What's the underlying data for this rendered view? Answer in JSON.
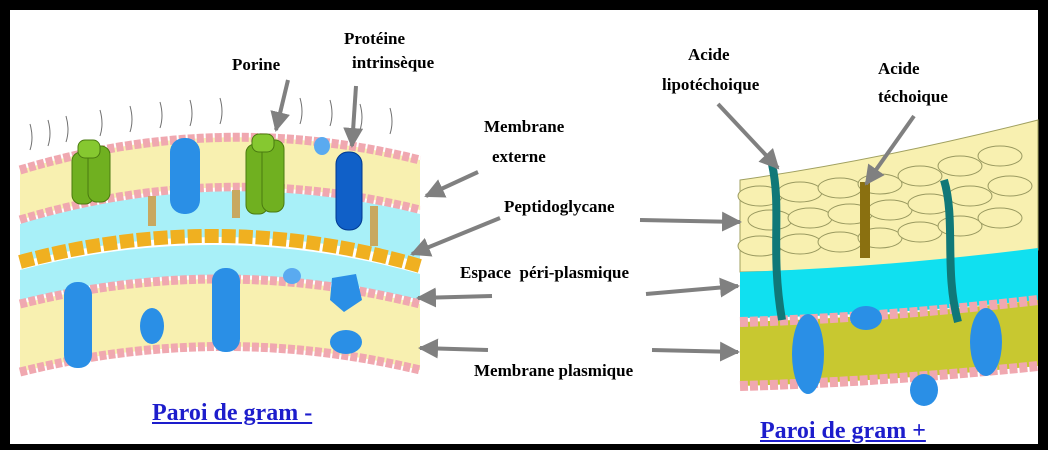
{
  "labels": {
    "porine": "Porine",
    "proteine_l1": "Protéine",
    "proteine_l2": "intrinsèque",
    "membrane_externe_l1": "Membrane",
    "membrane_externe_l2": "externe",
    "peptidoglycane": "Peptidoglycane",
    "espace_periplasmique": "Espace  péri-plasmique",
    "membrane_plasmique": "Membrane plasmique",
    "acide_lipo_l1": "Acide",
    "acide_lipo_l2": "lipotéchoique",
    "acide_tech_l1": "Acide",
    "acide_tech_l2": "téchoique"
  },
  "captions": {
    "gram_negative": "Paroi de gram -",
    "gram_positive": "Paroi de gram +"
  },
  "colors": {
    "lipid_head": "#f0a8b0",
    "lipid_tail": "#f8f0b0",
    "periplasm": "#a8f0f8",
    "peptidoglycan": "#f0b020",
    "porin": "#70b020",
    "protein_blue": "#2a8fe6",
    "protein_dark": "#1060c8",
    "gram_pos_cyan": "#10e0f0",
    "gram_pos_membrane": "#c8c830",
    "teichoic_teal": "#107878",
    "teichoic_olive": "#8a7010",
    "arrow": "#808080",
    "caption": "#1d1dcc"
  }
}
